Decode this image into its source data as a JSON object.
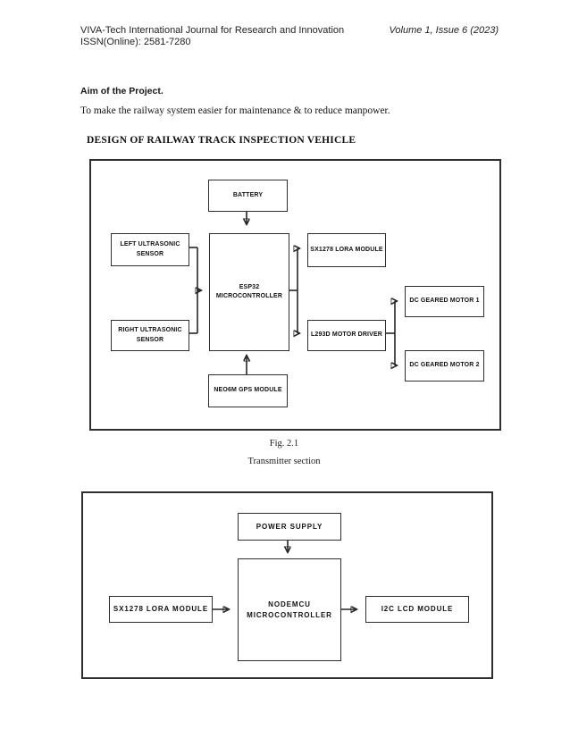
{
  "header": {
    "journal_title": "VIVA-Tech International Journal for Research and Innovation",
    "issn": "ISSN(Online): 2581-7280",
    "volume": "Volume 1, Issue 6 (2023)"
  },
  "intro": {
    "aim_heading": "Aim of the Project.",
    "aim_text": "To make the railway system easier for maintenance & to reduce manpower.",
    "section_heading": "DESIGN OF RAILWAY TRACK INSPECTION VEHICLE"
  },
  "caption": {
    "number": "Fig. 2.1",
    "title": "Transmitter section"
  },
  "diagram1": {
    "boxes": {
      "battery": "BATTERY",
      "left_sensor": [
        "LEFT ULTRASONIC",
        "SENSOR"
      ],
      "right_sensor": [
        "RIGHT ULTRASONIC",
        "SENSOR"
      ],
      "esp32": [
        "ESP32",
        "MICROCONTROLLER"
      ],
      "lora": "SX1278 LORA MODULE",
      "motor_driver": "L293D MOTOR DRIVER",
      "motor1": "DC GEARED MOTOR 1",
      "motor2": "DC GEARED MOTOR 2",
      "gps": "NEO6M GPS MODULE"
    }
  },
  "diagram2": {
    "boxes": {
      "power": "POWER SUPPLY",
      "lora": "SX1278 LORA MODULE",
      "nodemcu": [
        "NODEMCU",
        "MICROCONTROLLER"
      ],
      "lcd": "I2C LCD MODULE"
    }
  },
  "colors": {
    "line": "#262626",
    "text": "#111111",
    "background": "#ffffff"
  }
}
